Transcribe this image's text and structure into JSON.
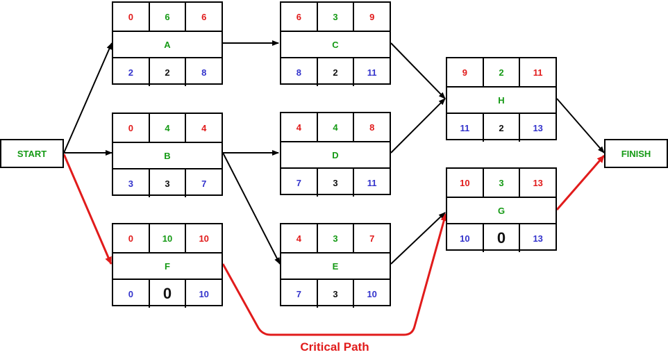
{
  "colors": {
    "red": "#e11b1b",
    "green": "#159a15",
    "blue": "#3333cc",
    "black": "#111111"
  },
  "start": {
    "label": "START"
  },
  "finish": {
    "label": "FINISH"
  },
  "critical_path": {
    "label": "Critical Path"
  },
  "nodes": {
    "A": {
      "name": "A",
      "es": "0",
      "dur": "6",
      "ef": "6",
      "ls": "2",
      "slack": "2",
      "lf": "8"
    },
    "B": {
      "name": "B",
      "es": "0",
      "dur": "4",
      "ef": "4",
      "ls": "3",
      "slack": "3",
      "lf": "7"
    },
    "F": {
      "name": "F",
      "es": "0",
      "dur": "10",
      "ef": "10",
      "ls": "0",
      "slack": "0",
      "lf": "10"
    },
    "C": {
      "name": "C",
      "es": "6",
      "dur": "3",
      "ef": "9",
      "ls": "8",
      "slack": "2",
      "lf": "11"
    },
    "D": {
      "name": "D",
      "es": "4",
      "dur": "4",
      "ef": "8",
      "ls": "7",
      "slack": "3",
      "lf": "11"
    },
    "E": {
      "name": "E",
      "es": "4",
      "dur": "3",
      "ef": "7",
      "ls": "7",
      "slack": "3",
      "lf": "10"
    },
    "H": {
      "name": "H",
      "es": "9",
      "dur": "2",
      "ef": "11",
      "ls": "11",
      "slack": "2",
      "lf": "13"
    },
    "G": {
      "name": "G",
      "es": "10",
      "dur": "3",
      "ef": "13",
      "ls": "10",
      "slack": "0",
      "lf": "13"
    }
  }
}
